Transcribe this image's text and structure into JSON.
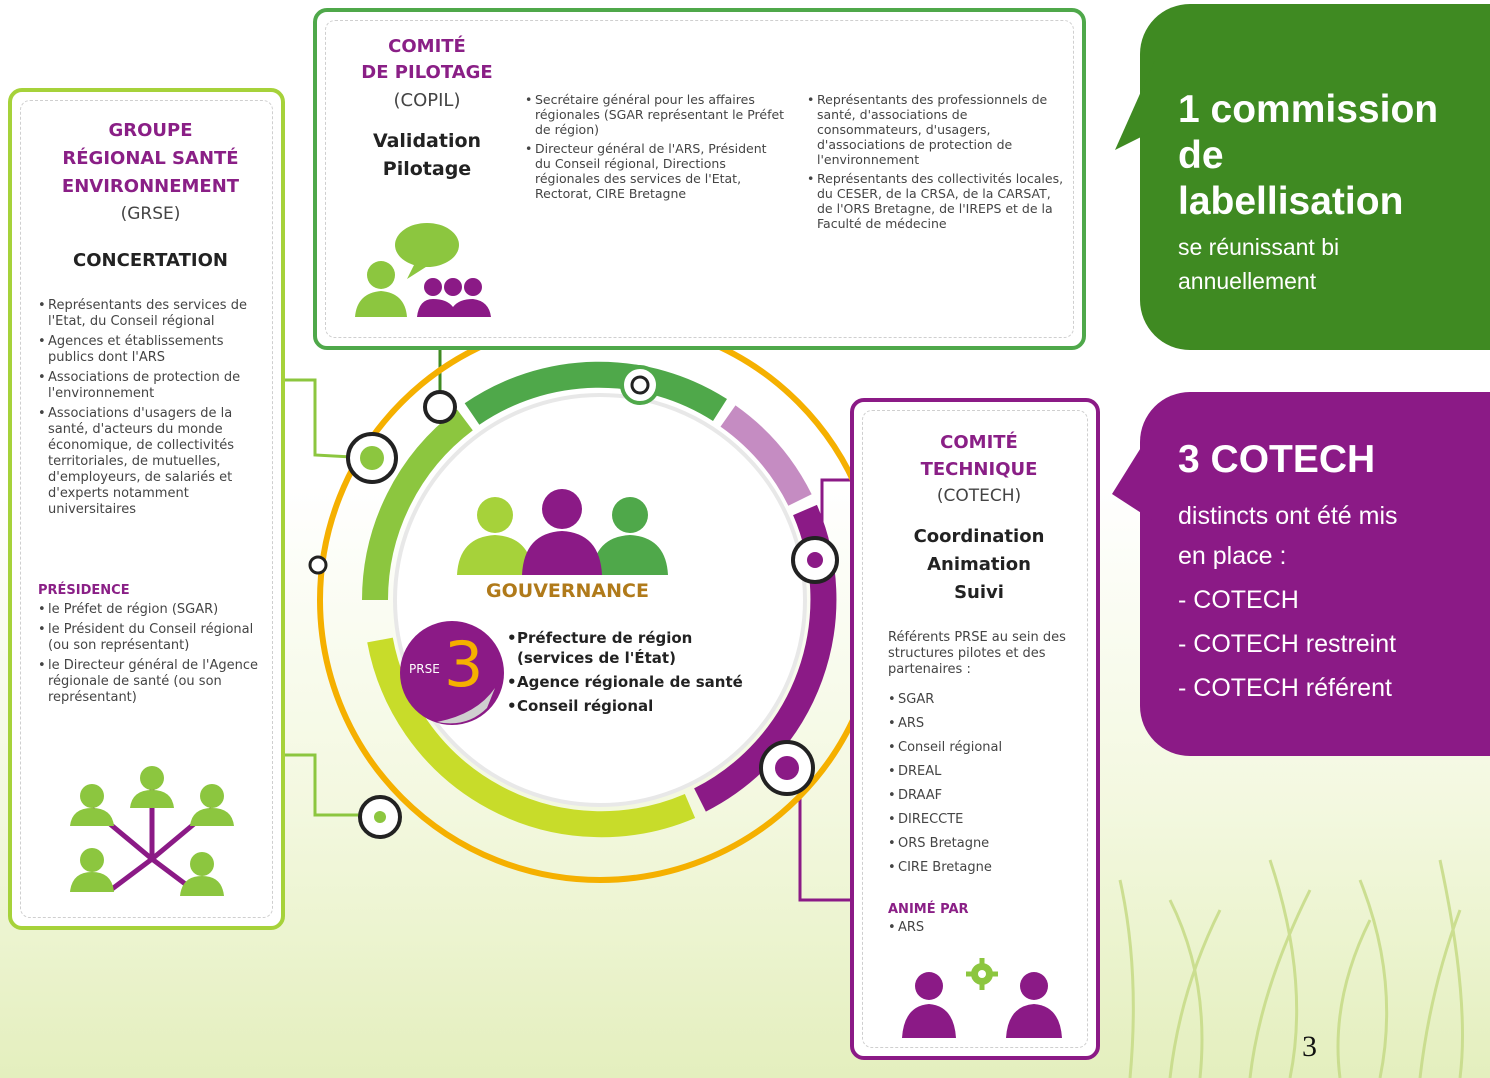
{
  "copil": {
    "title1": "COMITÉ",
    "title2": "DE PILOTAGE",
    "abbr": "(COPIL)",
    "role1": "Validation",
    "role2": "Pilotage",
    "col1": [
      "Secrétaire général pour les affaires régionales (SGAR représentant le Préfet de région)",
      "Directeur général de l'ARS, Président du Conseil régional, Directions régionales des services de l'Etat, Rectorat, CIRE Bretagne"
    ],
    "col2": [
      "Représentants des professionnels de santé, d'associations de consommateurs, d'usagers, d'associations de protection de l'environnement",
      "Représentants des collectivités locales, du CESER, de la CRSA, de la CARSAT, de l'ORS Bretagne, de l'IREPS et de la Faculté de médecine"
    ]
  },
  "grse": {
    "title1": "GROUPE",
    "title2": "RÉGIONAL SANTÉ",
    "title3": "ENVIRONNEMENT",
    "abbr": "(GRSE)",
    "role": "CONCERTATION",
    "items": [
      "Représentants des services de l'Etat, du Conseil régional",
      "Agences et établissements publics dont l'ARS",
      "Associations de protection de l'environnement",
      "Associations d'usagers de la santé, d'acteurs du monde économique, de collectivités territoriales, de mutuelles, d'employeurs, de salariés et d'experts notamment universitaires"
    ],
    "presidence_label": "PRÉSIDENCE",
    "presidence": [
      "le Préfet de région (SGAR)",
      "le Président du Conseil régional (ou son représentant)",
      "le Directeur général de l'Agence régionale de santé (ou son représentant)"
    ]
  },
  "center": {
    "title": "GOUVERNANCE",
    "logo_text": "PRSE",
    "logo_number": "3",
    "items": [
      "Préfecture de région (services de l'État)",
      "Agence régionale de santé",
      "Conseil régional"
    ]
  },
  "cotech": {
    "title1": "COMITÉ",
    "title2": "TECHNIQUE",
    "abbr": "(COTECH)",
    "role1": "Coordination",
    "role2": "Animation",
    "role3": "Suivi",
    "intro": "Référents PRSE au sein des structures pilotes et des partenaires :",
    "items": [
      "SGAR",
      "ARS",
      "Conseil régional",
      "DREAL",
      "DRAAF",
      "DIRECCTE",
      "ORS Bretagne",
      "CIRE Bretagne"
    ],
    "anime_label": "ANIMÉ PAR",
    "anime": [
      "ARS"
    ]
  },
  "callout1": {
    "title1": "1 commission",
    "title2": "de",
    "title3": "labellisation",
    "text1": "se réunissant bi",
    "text2": "annuellement"
  },
  "callout2": {
    "title": "3 COTECH",
    "text1": "distincts ont été mis",
    "text2": "en place :",
    "items": [
      "- COTECH",
      "- COTECH restreint",
      "- COTECH référent"
    ]
  },
  "page_number": "3",
  "colors": {
    "green": "#8cc63f",
    "dark_green": "#3f8a22",
    "purple": "#8b1a86",
    "orange": "#f5b000"
  }
}
